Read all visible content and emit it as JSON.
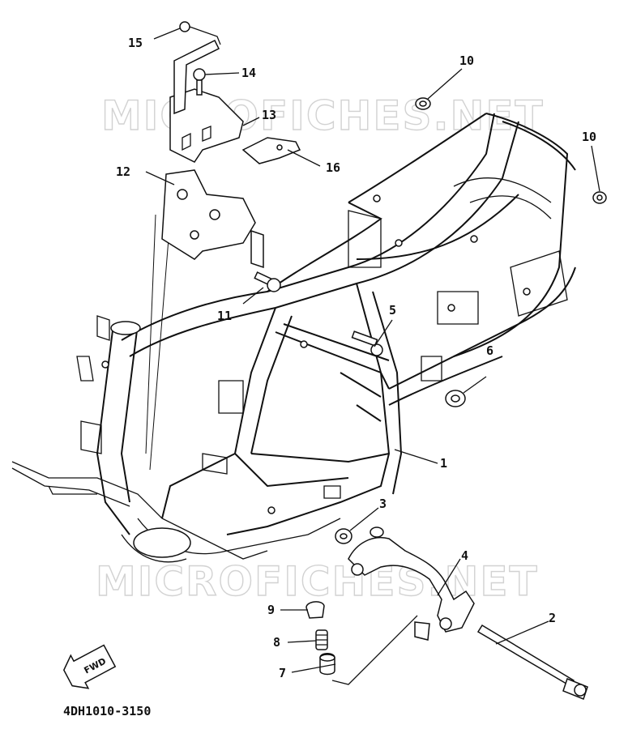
{
  "diagram_code": "4DH1010-3150",
  "watermark": "MICROFICHES.NET",
  "fwd_label": "FWD",
  "callouts": [
    "1",
    "2",
    "3",
    "4",
    "5",
    "6",
    "7",
    "8",
    "9",
    "10",
    "10",
    "11",
    "12",
    "13",
    "14",
    "15",
    "16"
  ]
}
